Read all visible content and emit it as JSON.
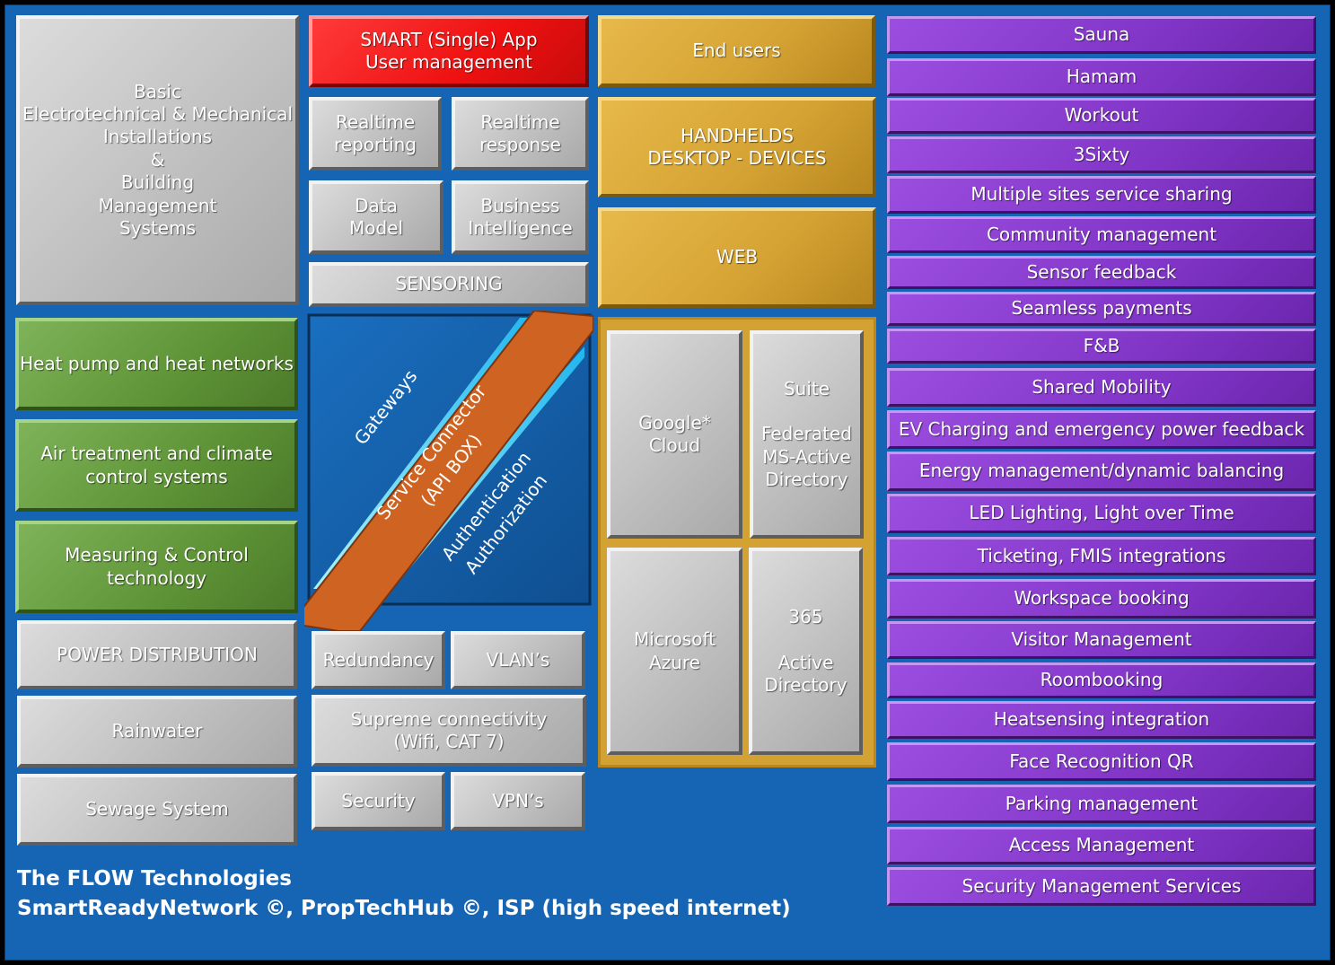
{
  "foundation": {
    "basic_installations": "Basic\nElectrotechnical & Mechanical\nInstallations\n&\nBuilding\nManagement\nSystems",
    "heat_pump": "Heat pump and heat networks",
    "air_treatment": "Air treatment and climate\n          control systems",
    "measuring": "Measuring & Control\n           technology",
    "power": "POWER DISTRIBUTION",
    "rainwater": "Rainwater",
    "sewage": "Sewage System"
  },
  "middle": {
    "smart_app": "SMART (Single) App\nUser management",
    "realtime_reporting": "Realtime\nreporting",
    "realtime_response": "Realtime\nresponse",
    "data_model": "Data\nModel",
    "business_intelligence": "Business\nIntelligence",
    "sensoring": "SENSORING",
    "redundancy": "Redundancy",
    "vlans": "VLAN’s",
    "connectivity": "Supreme connectivity\n(Wifi, CAT 7)",
    "security": "Security",
    "vpns": "VPN’s"
  },
  "api_box": {
    "gateways": "Gateways",
    "connector_line1": "Service  Connector",
    "connector_line2": "(API BOX)",
    "auth_line1": "Authentication",
    "auth_line2": "Authorization"
  },
  "frontend": {
    "end_users": "End users",
    "handhelds": "HANDHELDS\nDESKTOP - DEVICES",
    "web": "WEB",
    "google_cloud": "Google*\nCloud",
    "suite": "Suite\n\nFederated\nMS-Active\nDirectory",
    "azure": "Microsoft\nAzure",
    "active_directory": "365\n\nActive\nDirectory"
  },
  "services": [
    "Sauna",
    "Hamam",
    "Workout",
    "3Sixty",
    "Multiple sites service sharing",
    "Community management",
    "Sensor feedback",
    "Seamless payments",
    "F&B",
    "Shared Mobility",
    "EV Charging and emergency power feedback",
    "Energy management/dynamic balancing",
    "LED Lighting, Light over Time",
    "Ticketing, FMIS integrations",
    "Workspace booking",
    "Visitor Management",
    "Roombooking",
    "Heatsensing integration",
    "Face Recognition QR",
    "Parking management",
    "Access Management",
    "Security Management Services"
  ],
  "footer": {
    "line1": "The FLOW Technologies",
    "line2": "SmartReadyNetwork ©, PropTechHub ©, ISP (high speed internet)"
  }
}
